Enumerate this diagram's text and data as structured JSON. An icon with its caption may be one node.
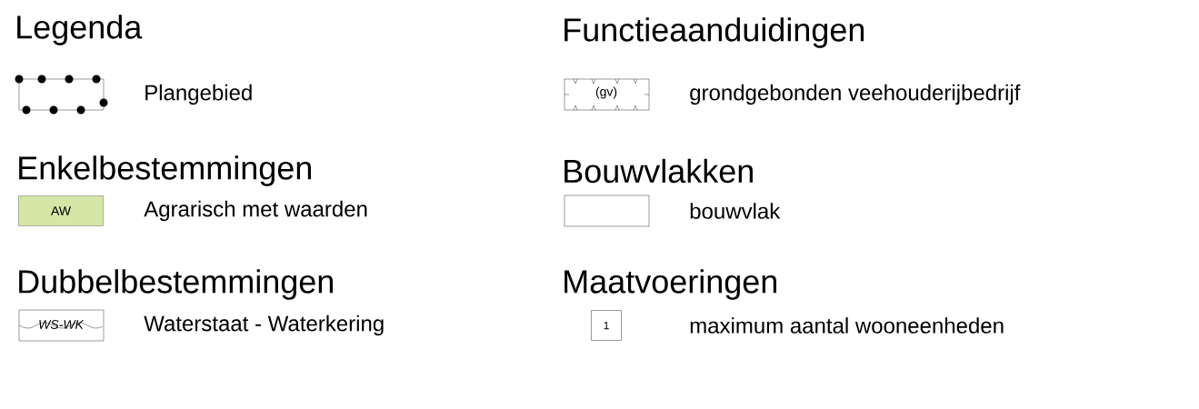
{
  "diagram": {
    "labels": [
      "Legenda",
      "Functieaanduidingen",
      "(gv)",
      "Enkelbestemmingen",
      "Bouwvlakken",
      "AW",
      "Dubbelbestemmingen",
      "Maatvoeringen",
      "WS-WK",
      "1"
    ],
    "legend": [
      {
        "text": "Plangebied"
      },
      {
        "text": "grondgebonden veehouderijbedrijf"
      },
      {
        "text": "Agrarisch met waarden",
        "color": "#d5e6a6"
      },
      {
        "text": "bouwvlak"
      },
      {
        "text": "Waterstaat - Waterkering"
      },
      {
        "text": "maximum aantal wooneenheden"
      }
    ]
  }
}
